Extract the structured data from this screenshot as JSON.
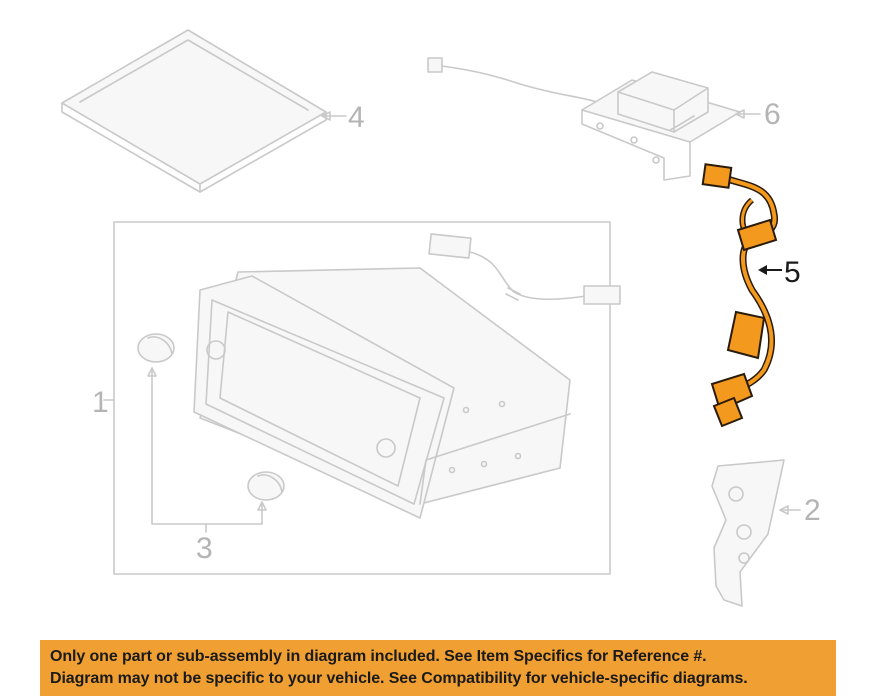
{
  "callouts": {
    "part_1": "1",
    "part_2": "2",
    "part_3": "3",
    "part_4": "4",
    "part_5": "5",
    "part_6": "6"
  },
  "highlighted_part": "5",
  "colors": {
    "highlight": "#f39a1e",
    "ghost": "#c9c9c9",
    "banner": "#f0a033"
  },
  "notice": {
    "line_1": "Only one part or sub-assembly in diagram included. See Item Specifics for Reference #.",
    "line_2": "Diagram may not be specific to your vehicle. See Compatibility for vehicle-specific diagrams."
  }
}
